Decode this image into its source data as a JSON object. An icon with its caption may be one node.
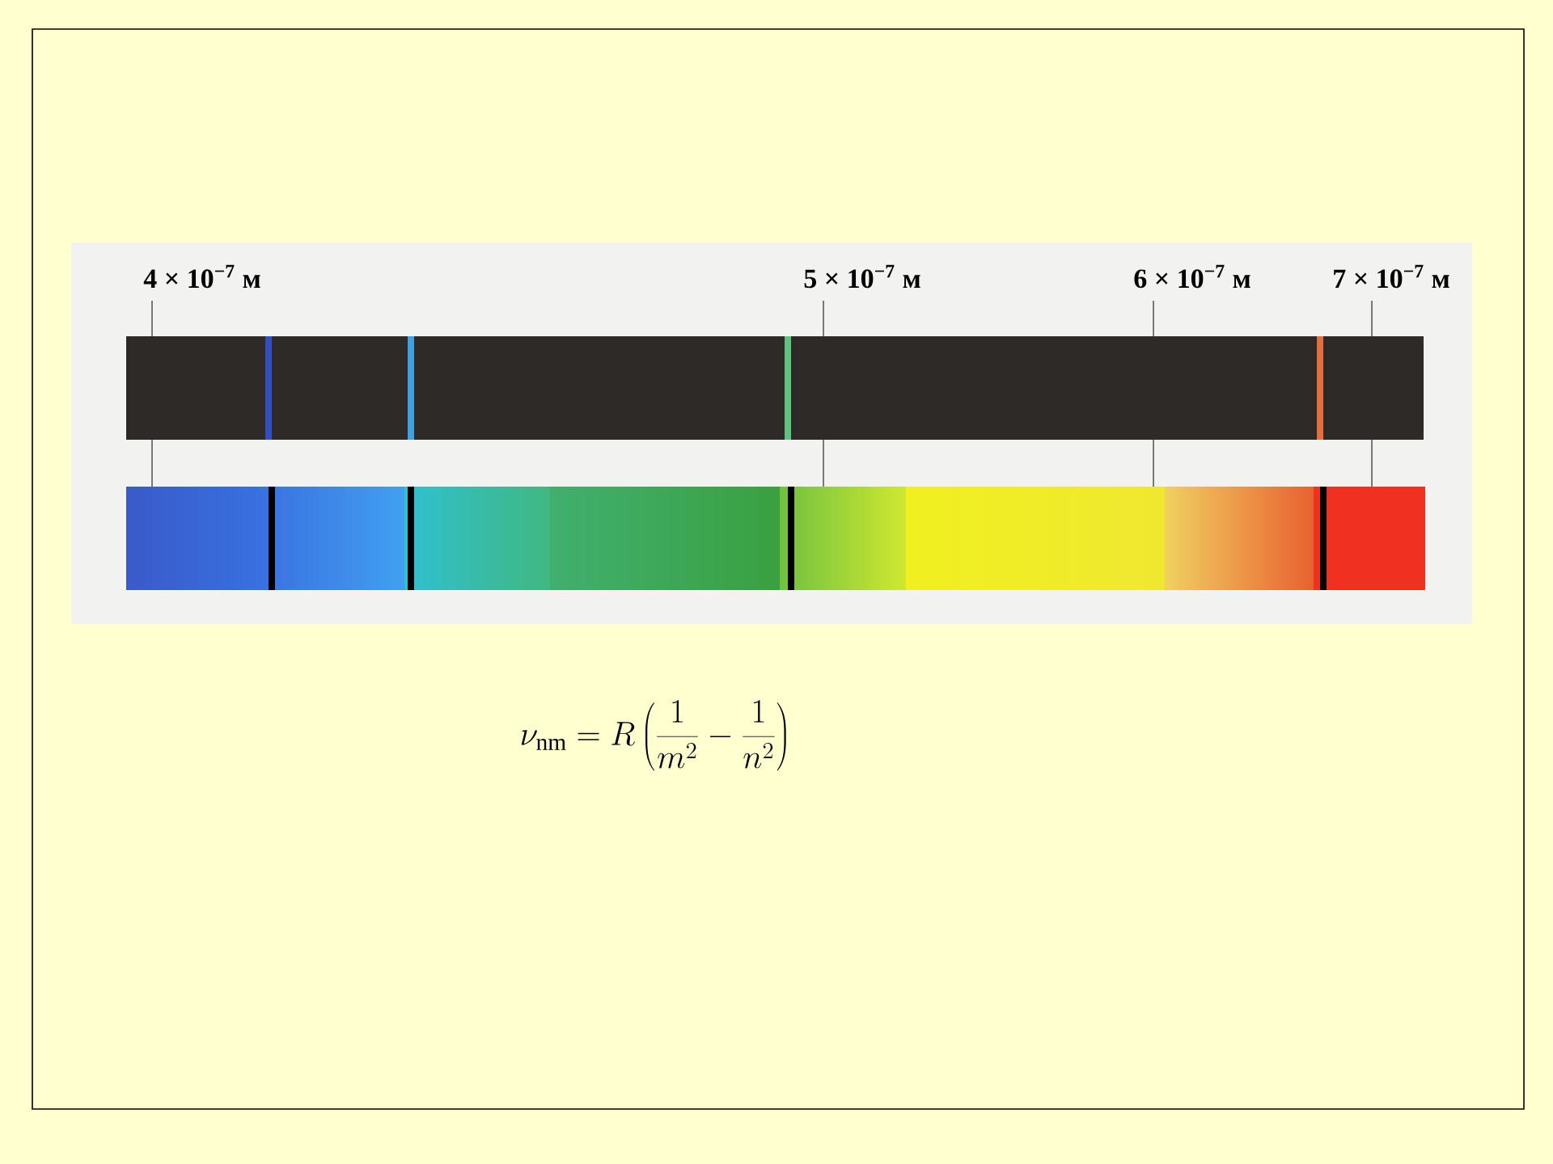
{
  "diagram": {
    "labels": [
      "4 × 10$^{−7}$ м",
      "5 × 10$^{−7}$ м",
      "6 × 10$^{−7}$ м",
      "7 × 10$^{−7}$ м",
      "\\nu_{\\mathrm{nm}} = R\\left(\\frac{1}{m^2} - \\frac{1}{n^2}\\right)"
    ]
  }
}
